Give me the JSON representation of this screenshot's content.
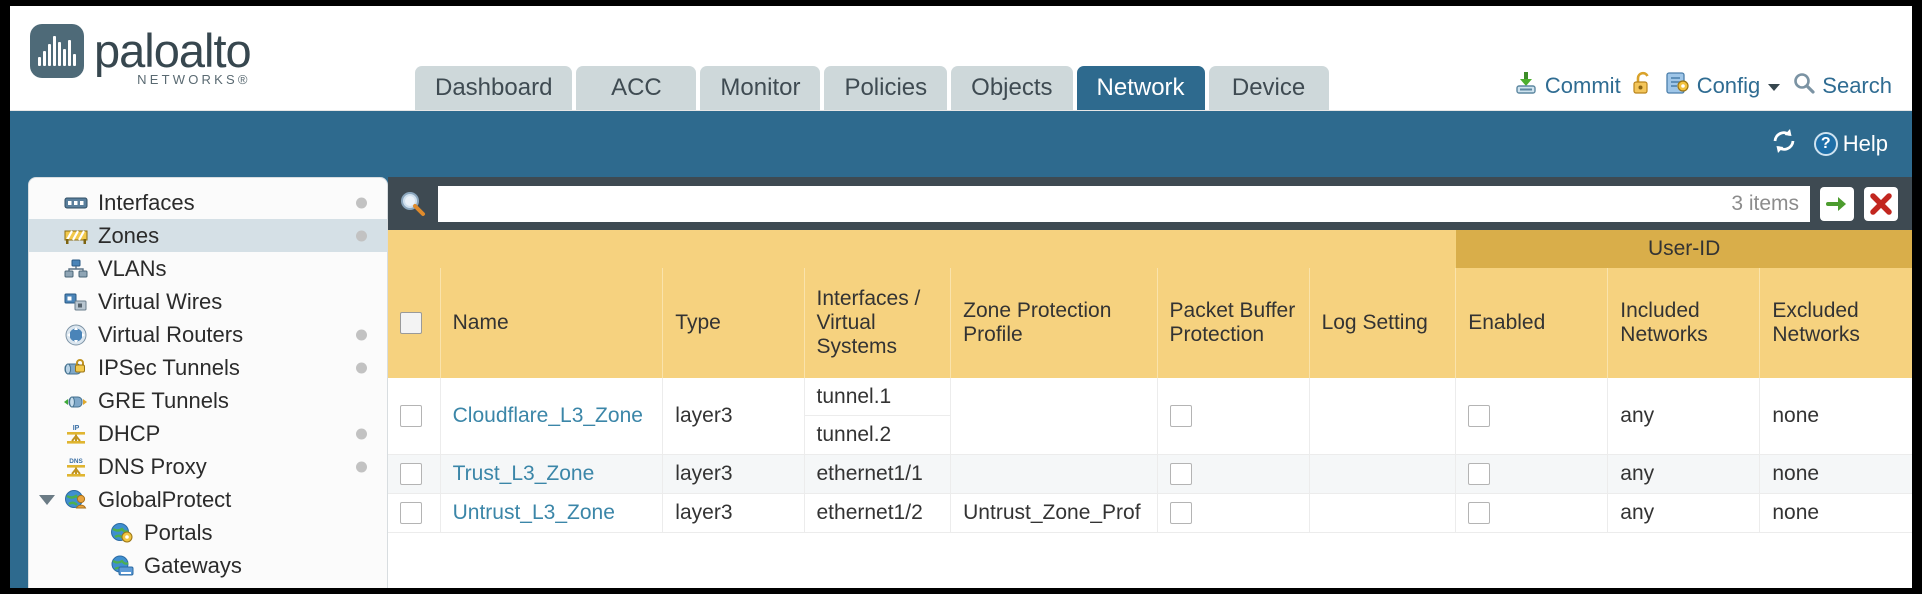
{
  "brand": {
    "name": "paloalto",
    "tagline": "NETWORKS",
    "registered": "®"
  },
  "nav": {
    "tabs": [
      {
        "label": "Dashboard",
        "active": false
      },
      {
        "label": "ACC",
        "active": false
      },
      {
        "label": "Monitor",
        "active": false
      },
      {
        "label": "Policies",
        "active": false
      },
      {
        "label": "Objects",
        "active": false
      },
      {
        "label": "Network",
        "active": true
      },
      {
        "label": "Device",
        "active": false
      }
    ]
  },
  "header_actions": {
    "commit": "Commit",
    "lock": "",
    "config": "Config",
    "search": "Search"
  },
  "bluebar": {
    "help": "Help"
  },
  "sidebar": {
    "items": [
      {
        "label": "Interfaces",
        "icon": "interfaces-icon",
        "dot": true,
        "selected": false,
        "child": false,
        "expander": false
      },
      {
        "label": "Zones",
        "icon": "zones-icon",
        "dot": true,
        "selected": true,
        "child": false,
        "expander": false
      },
      {
        "label": "VLANs",
        "icon": "vlans-icon",
        "dot": false,
        "selected": false,
        "child": false,
        "expander": false
      },
      {
        "label": "Virtual Wires",
        "icon": "virtual-wires-icon",
        "dot": false,
        "selected": false,
        "child": false,
        "expander": false
      },
      {
        "label": "Virtual Routers",
        "icon": "virtual-routers-icon",
        "dot": true,
        "selected": false,
        "child": false,
        "expander": false
      },
      {
        "label": "IPSec Tunnels",
        "icon": "ipsec-tunnels-icon",
        "dot": true,
        "selected": false,
        "child": false,
        "expander": false
      },
      {
        "label": "GRE Tunnels",
        "icon": "gre-tunnels-icon",
        "dot": false,
        "selected": false,
        "child": false,
        "expander": false
      },
      {
        "label": "DHCP",
        "icon": "dhcp-icon",
        "dot": true,
        "selected": false,
        "child": false,
        "expander": false
      },
      {
        "label": "DNS Proxy",
        "icon": "dns-proxy-icon",
        "dot": true,
        "selected": false,
        "child": false,
        "expander": false
      },
      {
        "label": "GlobalProtect",
        "icon": "globalprotect-icon",
        "dot": false,
        "selected": false,
        "child": false,
        "expander": true
      },
      {
        "label": "Portals",
        "icon": "portals-icon",
        "dot": false,
        "selected": false,
        "child": true,
        "expander": false
      },
      {
        "label": "Gateways",
        "icon": "gateways-icon",
        "dot": false,
        "selected": false,
        "child": true,
        "expander": false
      }
    ]
  },
  "search": {
    "value": "",
    "placeholder": "",
    "items_count": "3 items"
  },
  "table": {
    "group_header": "User-ID",
    "columns": [
      "Name",
      "Type",
      "Interfaces / Virtual Systems",
      "Zone Protection Profile",
      "Packet Buffer Protection",
      "Log Setting",
      "Enabled",
      "Included Networks",
      "Excluded Networks"
    ],
    "rows": [
      {
        "name": "Cloudflare_L3_Zone",
        "type": "layer3",
        "interfaces": [
          "tunnel.1",
          "tunnel.2"
        ],
        "zone_protection_profile": "",
        "packet_buffer_protection": false,
        "log_setting": "",
        "userid_enabled": false,
        "included_networks": "any",
        "excluded_networks": "none"
      },
      {
        "name": "Trust_L3_Zone",
        "type": "layer3",
        "interfaces": [
          "ethernet1/1"
        ],
        "zone_protection_profile": "",
        "packet_buffer_protection": false,
        "log_setting": "",
        "userid_enabled": false,
        "included_networks": "any",
        "excluded_networks": "none"
      },
      {
        "name": "Untrust_L3_Zone",
        "type": "layer3",
        "interfaces": [
          "ethernet1/2"
        ],
        "zone_protection_profile": "Untrust_Zone_Prof",
        "packet_buffer_protection": false,
        "log_setting": "",
        "userid_enabled": false,
        "included_networks": "any",
        "excluded_networks": "none"
      }
    ]
  },
  "colors": {
    "brand_slate": "#4e6a78",
    "nav_active": "#2e6a8e",
    "nav_tab": "#ced8da",
    "header_gold": "#f6d27f",
    "group_gold": "#d9ae4a",
    "link_blue": "#3b86a8",
    "panel_dark": "#3e4a52"
  }
}
